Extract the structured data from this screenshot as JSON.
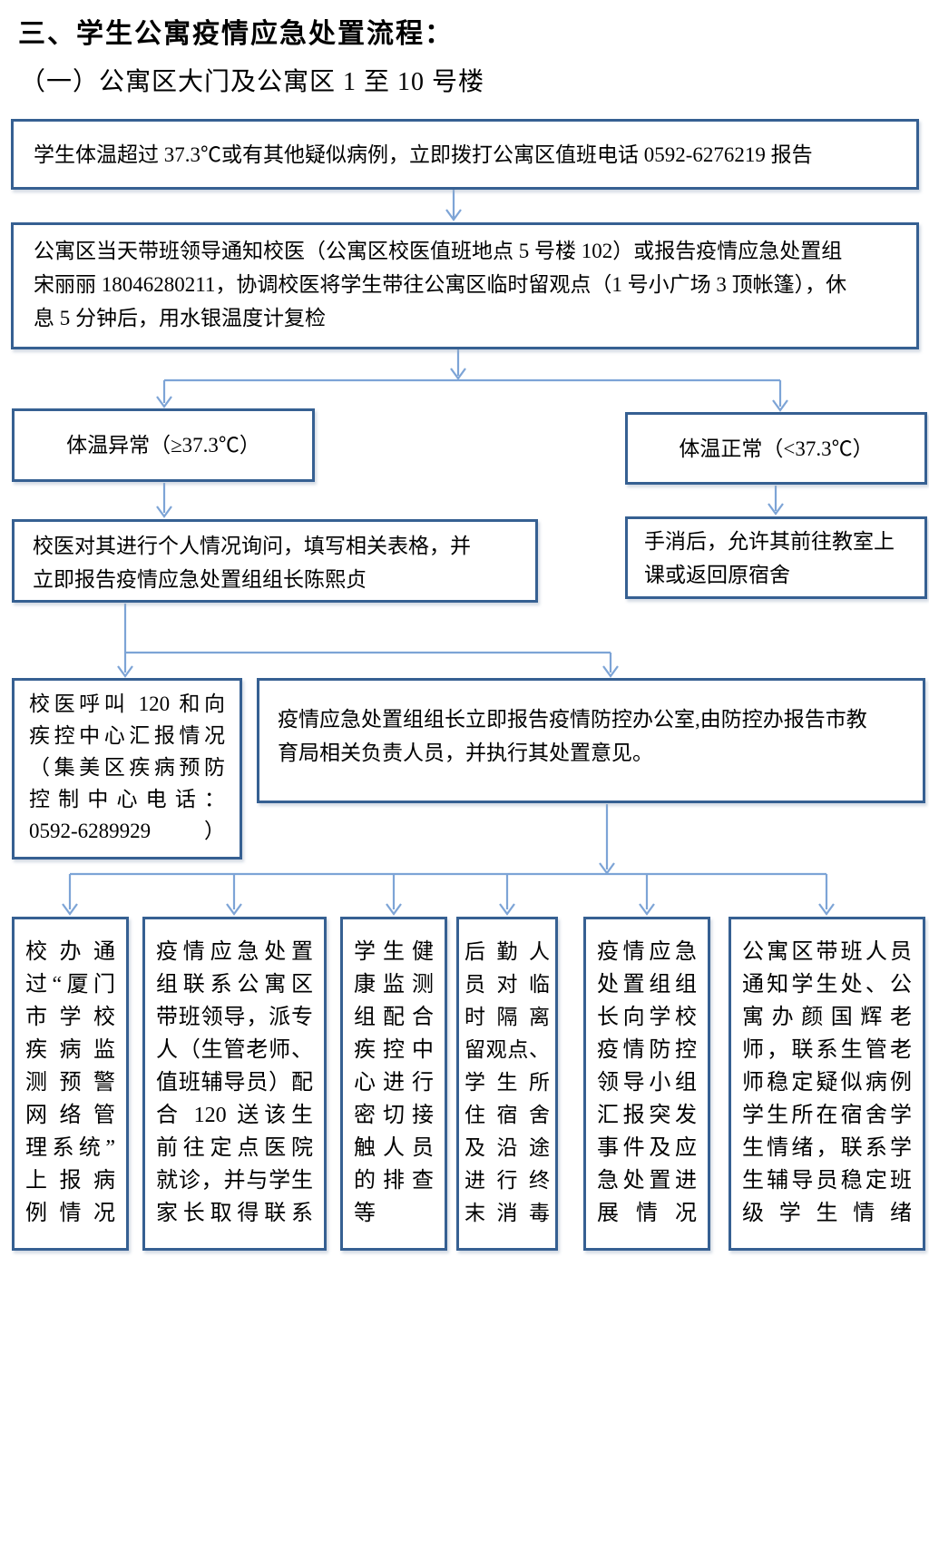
{
  "page": {
    "title": "三、学生公寓疫情应急处置流程：",
    "subtitle": "（一）公寓区大门及公寓区 1 至 10 号楼"
  },
  "colors": {
    "box_border": "#366092",
    "connector": "#7da4d6",
    "text": "#000000",
    "page_background": "#ffffff"
  },
  "flowchart": {
    "nodes": {
      "report": {
        "lines": [
          "学生体温超过 37.3℃或有其他疑似病例，立即拨打公寓区值班电话 0592-6276219 报告"
        ]
      },
      "notify": {
        "lines": [
          "公寓区当天带班领导通知校医（公寓区校医值班地点 5 号楼 102）或报告疫情应急处置组",
          "宋丽丽 18046280211，协调校医将学生带往公寓区临时留观点（1 号小广场 3 顶帐篷），休",
          "息 5 分钟后，用水银温度计复检"
        ]
      },
      "abnormal": {
        "lines": [
          "体温异常（≥37.3℃）"
        ]
      },
      "normal": {
        "lines": [
          "体温正常（<37.3℃）"
        ]
      },
      "inquiry": {
        "lines": [
          "校医对其进行个人情况询问，填写相关表格，并",
          "立即报告疫情应急处置组组长陈熙贞"
        ]
      },
      "release": {
        "lines": [
          "手消后，允许其前往教室上",
          "课或返回原宿舍"
        ]
      },
      "call120": {
        "lines": [
          "校医呼叫 120 和向",
          "疾控中心汇报情况",
          "（集美区疾病预防",
          "控制中心电话：",
          "0592-6289929）"
        ]
      },
      "leader_report": {
        "lines": [
          "疫情应急处置组组长立即报告疫情防控办公室,由防控办报告市教",
          "育局相关负责人员，并执行其处置意见。"
        ]
      },
      "school_office": {
        "lines": [
          "校办通",
          "过“厦门",
          "市学校",
          "疾病监",
          "测预警",
          "网络管",
          "理系统”",
          "上报病",
          "例情况"
        ]
      },
      "escort_hospital": {
        "lines": [
          "疫情应急处置",
          "组联系公寓区",
          "带班领导，派专",
          "人（生管老师、",
          "值班辅导员）配",
          "合 120 送该生",
          "前往定点医院",
          "就诊，并与学生",
          "家长取得联系"
        ]
      },
      "health_monitor": {
        "lines": [
          "学生健",
          "康监测",
          "组配合",
          "疾控中",
          "心进行",
          "密切接",
          "触人员",
          "的排查",
          "等"
        ]
      },
      "disinfect": {
        "lines": [
          "后勤人",
          "员对临",
          "时隔离",
          "留观点、",
          "学生所",
          "住宿舍",
          "及沿途",
          "进行终",
          "末消毒"
        ]
      },
      "progress_report": {
        "lines": [
          "疫情应急",
          "处置组组",
          "长向学校",
          "疫情防控",
          "领导小组",
          "汇报突发",
          "事件及应",
          "急处置进",
          "展情况"
        ]
      },
      "counsel_students": {
        "lines": [
          "公寓区带班人员",
          "通知学生处、公",
          "寓办颜国辉老",
          "师，联系生管老",
          "师稳定疑似病例",
          "学生所在宿舍学",
          "生情绪，联系学",
          "生辅导员稳定班",
          "级学生情绪"
        ]
      }
    },
    "edges": [
      [
        "report",
        "notify"
      ],
      [
        "notify",
        "abnormal"
      ],
      [
        "notify",
        "normal"
      ],
      [
        "abnormal",
        "inquiry"
      ],
      [
        "normal",
        "release"
      ],
      [
        "inquiry",
        "call120"
      ],
      [
        "inquiry",
        "leader_report"
      ],
      [
        "leader_report",
        "school_office"
      ],
      [
        "leader_report",
        "escort_hospital"
      ],
      [
        "leader_report",
        "health_monitor"
      ],
      [
        "leader_report",
        "disinfect"
      ],
      [
        "leader_report",
        "progress_report"
      ],
      [
        "leader_report",
        "counsel_students"
      ]
    ]
  }
}
